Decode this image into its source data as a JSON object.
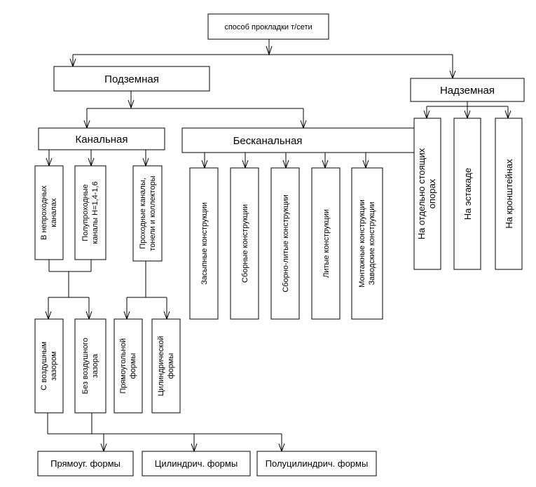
{
  "root": "способ прокладки т/сети",
  "underground": "Подземная",
  "overground": "Надземная",
  "channel": "Канальная",
  "channelless": "Бесканальная",
  "channel_types": {
    "impassable": [
      "В непроходных",
      "каналах"
    ],
    "semi_passable": [
      "Полупроходные",
      "каналы Н=1,4-1,6"
    ],
    "passable": [
      "Проходные каналы,",
      "тонели и коллекторы"
    ]
  },
  "channelless_types": {
    "fill": "Засыпные конструкции",
    "assembled": "Сборные конструкции",
    "assembled_cast": "Сборно-литые конструкции",
    "cast": "Литые конструкции",
    "mounting": [
      "Монтажные конструкции",
      "Заводские конструкции"
    ]
  },
  "overground_types": {
    "separate_supports": [
      "На отдельно стоящих",
      "опорах"
    ],
    "trestle": "На эстакаде",
    "brackets": "На кронштейнах"
  },
  "gap_types": {
    "with_gap": [
      "С воздушным",
      "зазором"
    ],
    "without_gap": [
      "Без воздушного",
      "зазора"
    ]
  },
  "passable_shapes": {
    "rect": [
      "Прямоугольной",
      "формы"
    ],
    "cyl": [
      "Цилиндрической",
      "формы"
    ]
  },
  "shapes": {
    "rect": "Прямоуг. формы",
    "cyl": "Цилиндрич. формы",
    "semicyl": "Полуцилиндрич. формы"
  }
}
